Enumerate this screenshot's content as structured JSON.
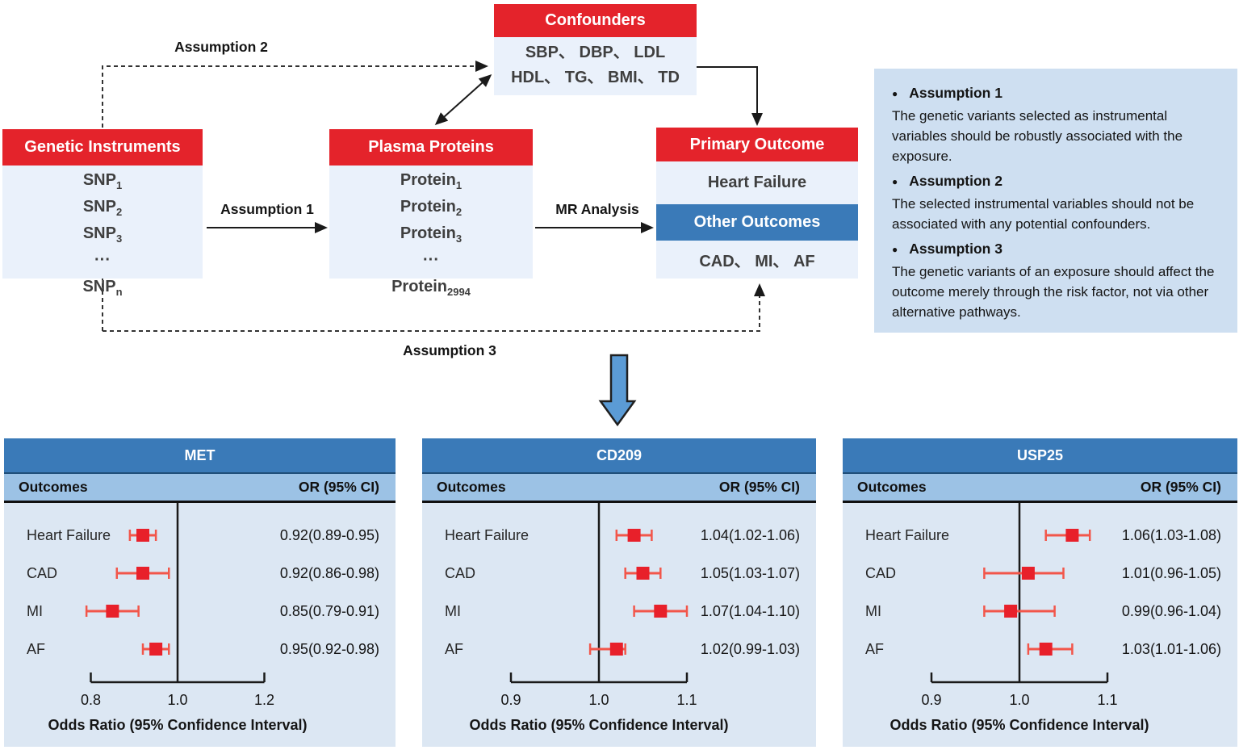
{
  "figure": {
    "labels": {
      "assumption1": "Assumption 1",
      "assumption2": "Assumption 2",
      "assumption3": "Assumption 3",
      "mr_analysis": "MR Analysis",
      "bullet": "●"
    },
    "boxes": {
      "genetic_instruments": {
        "title": "Genetic Instruments",
        "rows": [
          {
            "t": "SNP",
            "s": "1"
          },
          {
            "t": "SNP",
            "s": "2"
          },
          {
            "t": "SNP",
            "s": "3"
          },
          {
            "t": "···",
            "s": ""
          },
          {
            "t": "SNP",
            "s": "n"
          }
        ]
      },
      "plasma_proteins": {
        "title": "Plasma Proteins",
        "rows": [
          {
            "t": "Protein",
            "s": "1"
          },
          {
            "t": "Protein",
            "s": "2"
          },
          {
            "t": "Protein",
            "s": "3"
          },
          {
            "t": "···",
            "s": ""
          },
          {
            "t": "Protein",
            "s": "2994"
          }
        ]
      },
      "confounders": {
        "title": "Confounders",
        "line1": "SBP、 DBP、 LDL",
        "line2": "HDL、 TG、 BMI、 TD"
      },
      "primary_outcome": {
        "title": "Primary Outcome",
        "row1": "Heart Failure",
        "band": "Other Outcomes",
        "row2": "CAD、 MI、 AF"
      }
    },
    "assumptions_panel": {
      "items": [
        {
          "heading": "Assumption 1",
          "text": "The genetic variants selected as instrumental variables should be robustly associated with the exposure."
        },
        {
          "heading": "Assumption 2",
          "text": "The selected instrumental variables should not be associated with any potential confounders."
        },
        {
          "heading": "Assumption 3",
          "text": "The genetic variants of an exposure should affect the outcome merely through the risk factor, not via other alternative pathways."
        }
      ]
    }
  },
  "chart_data": [
    {
      "type": "forest",
      "title": "MET",
      "columns": {
        "outcomes": "Outcomes",
        "or": "OR (95% CI)"
      },
      "xlabel": "Odds Ratio (95% Confidence Interval)",
      "reference_line": 1.0,
      "ticks": [
        {
          "v": 0.8,
          "label": "0.8"
        },
        {
          "v": 1.0,
          "label": "1.0"
        },
        {
          "v": 1.2,
          "label": "1.2"
        }
      ],
      "rows": [
        {
          "outcome": "Heart Failure",
          "or": 0.92,
          "ci_low": 0.89,
          "ci_high": 0.95,
          "or_ci": "0.92(0.89-0.95)"
        },
        {
          "outcome": "CAD",
          "or": 0.92,
          "ci_low": 0.86,
          "ci_high": 0.98,
          "or_ci": "0.92(0.86-0.98)"
        },
        {
          "outcome": "MI",
          "or": 0.85,
          "ci_low": 0.79,
          "ci_high": 0.91,
          "or_ci": "0.85(0.79-0.91)"
        },
        {
          "outcome": "AF",
          "or": 0.95,
          "ci_low": 0.92,
          "ci_high": 0.98,
          "or_ci": "0.95(0.92-0.98)"
        }
      ]
    },
    {
      "type": "forest",
      "title": "CD209",
      "columns": {
        "outcomes": "Outcomes",
        "or": "OR (95% CI)"
      },
      "xlabel": "Odds Ratio (95% Confidence Interval)",
      "reference_line": 1.0,
      "ticks": [
        {
          "v": 0.9,
          "label": "0.9"
        },
        {
          "v": 1.0,
          "label": "1.0"
        },
        {
          "v": 1.1,
          "label": "1.1"
        }
      ],
      "rows": [
        {
          "outcome": "Heart Failure",
          "or": 1.04,
          "ci_low": 1.02,
          "ci_high": 1.06,
          "or_ci": "1.04(1.02-1.06)"
        },
        {
          "outcome": "CAD",
          "or": 1.05,
          "ci_low": 1.03,
          "ci_high": 1.07,
          "or_ci": "1.05(1.03-1.07)"
        },
        {
          "outcome": "MI",
          "or": 1.07,
          "ci_low": 1.04,
          "ci_high": 1.1,
          "or_ci": "1.07(1.04-1.10)"
        },
        {
          "outcome": "AF",
          "or": 1.02,
          "ci_low": 0.99,
          "ci_high": 1.03,
          "or_ci": "1.02(0.99-1.03)"
        }
      ]
    },
    {
      "type": "forest",
      "title": "USP25",
      "columns": {
        "outcomes": "Outcomes",
        "or": "OR (95% CI)"
      },
      "xlabel": "Odds Ratio (95% Confidence Interval)",
      "reference_line": 1.0,
      "ticks": [
        {
          "v": 0.9,
          "label": "0.9"
        },
        {
          "v": 1.0,
          "label": "1.0"
        },
        {
          "v": 1.1,
          "label": "1.1"
        }
      ],
      "rows": [
        {
          "outcome": "Heart Failure",
          "or": 1.06,
          "ci_low": 1.03,
          "ci_high": 1.08,
          "or_ci": "1.06(1.03-1.08)"
        },
        {
          "outcome": "CAD",
          "or": 1.01,
          "ci_low": 0.96,
          "ci_high": 1.05,
          "or_ci": "1.01(0.96-1.05)"
        },
        {
          "outcome": "MI",
          "or": 0.99,
          "ci_low": 0.96,
          "ci_high": 1.04,
          "or_ci": "0.99(0.96-1.04)"
        },
        {
          "outcome": "AF",
          "or": 1.03,
          "ci_low": 1.01,
          "ci_high": 1.06,
          "or_ci": "1.03(1.01-1.06)"
        }
      ]
    }
  ],
  "colors": {
    "red_header": "#E4232B",
    "box_body": "#EAF1FB",
    "blue_band": "#3A7AB8",
    "panel_header": "#3A7AB8",
    "panel_subheader": "#9CC2E5",
    "panel_body": "#DCE7F3",
    "assumptions_bg": "#CEDFF1",
    "marker": "#E8202A",
    "error_bar": "#F2564A",
    "arrow_fill": "#5B9BD5",
    "line": "#1A1A1A"
  }
}
